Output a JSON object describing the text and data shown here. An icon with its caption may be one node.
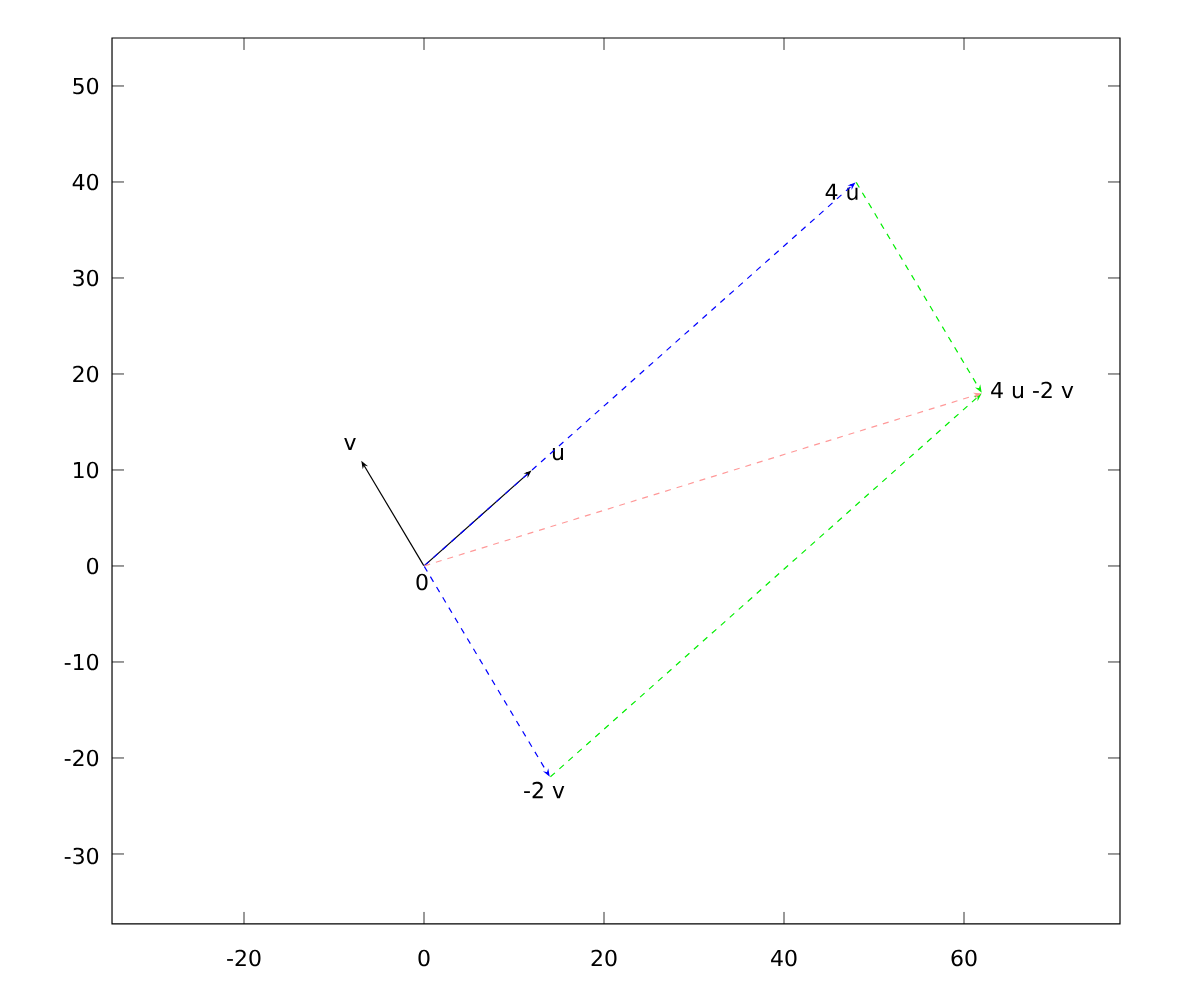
{
  "diagram": {
    "nodes": [
      {
        "text": [
          "0"
        ]
      },
      {
        "text": [
          "u"
        ]
      },
      {
        "text": [
          "v"
        ]
      },
      {
        "text": [
          "4 u"
        ]
      },
      {
        "text": [
          "-2 v"
        ]
      },
      {
        "text": [
          "4 u -2 v"
        ]
      }
    ],
    "edges": [
      {
        "from": 0,
        "to": 1,
        "arrow": "to"
      },
      {
        "from": 0,
        "to": 2,
        "arrow": "to"
      },
      {
        "from": 0,
        "to": 3,
        "arrow": "to",
        "style": "dashed",
        "color": "#0000ff"
      },
      {
        "from": 0,
        "to": 4,
        "arrow": "to",
        "style": "dashed",
        "color": "#0000ff"
      },
      {
        "from": 3,
        "to": 5,
        "arrow": "to",
        "style": "dashed",
        "color": "#00ee00"
      },
      {
        "from": 4,
        "to": 5,
        "arrow": "to",
        "style": "dashed",
        "color": "#00ee00"
      },
      {
        "from": 0,
        "to": 5,
        "arrow": "to",
        "style": "dashed",
        "color": "#ff9999"
      }
    ],
    "labels": [
      "50",
      "40",
      "30",
      "20",
      "10",
      "0",
      "-10",
      "-20",
      "-30",
      "-20",
      "0",
      "20",
      "40",
      "60"
    ]
  }
}
